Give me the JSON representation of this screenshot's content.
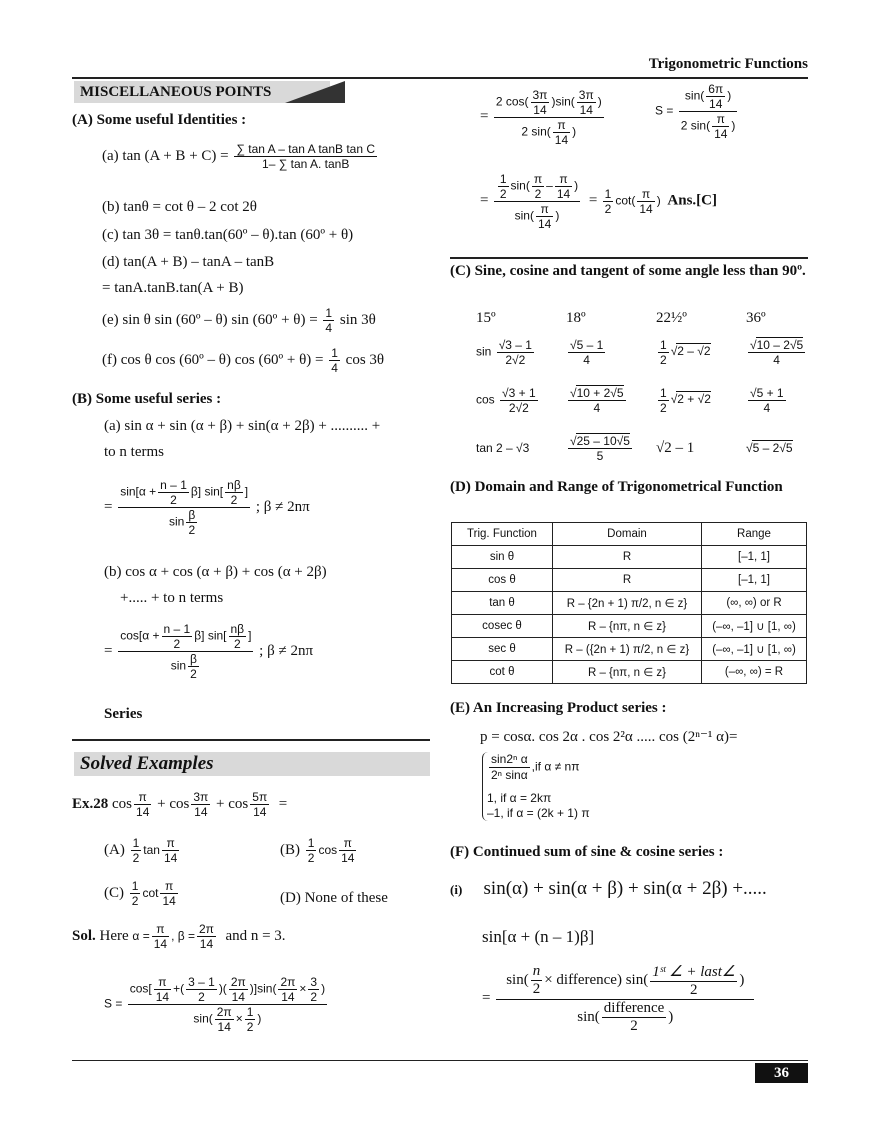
{
  "header": {
    "title": "Trigonometric Functions"
  },
  "footer": {
    "page": "36"
  },
  "misc": {
    "title": "MISCELLANEOUS POINTS"
  },
  "A": {
    "heading": "(A)  Some useful Identities :",
    "a_lhs": "(a) tan (A + B + C) =",
    "a_num": "∑ tan A – tan A tanB tan C",
    "a_den": "1– ∑ tan A. tanB",
    "b": "(b) tanθ = cot θ – 2 cot 2θ",
    "c": "(c) tan 3θ = tanθ.tan(60º – θ).tan (60º + θ)",
    "d1": "(d) tan(A + B) – tanA – tanB",
    "d2": "= tanA.tanB.tan(A + B)",
    "e_lhs": "(e) sin θ sin (60º – θ) sin (60º + θ) =",
    "e_rhs": "sin 3θ",
    "f_lhs": "(f) cos θ cos (60º – θ) cos (60º + θ) =",
    "f_rhs": "cos 3θ",
    "one": "1",
    "four": "4"
  },
  "B": {
    "heading": "(B)  Some useful series :",
    "a1": "(a) sin α + sin (α + β) + sin(α + 2β) + .......... +",
    "a2": "to n terms",
    "eq": "=",
    "sin_open": "sin[α +",
    "cos_open": "cos[α +",
    "n1": "n – 1",
    "two": "2",
    "beta_close": "β]",
    "sin_n": "sin[",
    "cos_n": "cos[",
    "nb": "nβ",
    "close": "]",
    "den_sin": "sin",
    "beta": "β",
    "cond": ";  β ≠  2nπ",
    "b1": "(b) cos α + cos (α + β) + cos (α + 2β)",
    "b2": "+..... + to n terms",
    "series": "Series"
  },
  "solved": {
    "title": "Solved Examples",
    "ex_label": "Ex.28",
    "ex_terms": [
      "cos",
      "+ cos",
      "+ cos",
      "="
    ],
    "ex_nums": [
      "π",
      "3π",
      "5π"
    ],
    "den14": "14",
    "options": [
      {
        "label": "(A)",
        "func": "tan"
      },
      {
        "label": "(B)",
        "func": "cos"
      },
      {
        "label": "(C)",
        "func": "cot"
      },
      {
        "label": "(D)",
        "text": "None of these"
      }
    ],
    "half_num": "1",
    "half_den": "2",
    "pi": "π",
    "sol_label": "Sol.",
    "sol_here": "Here",
    "alpha_eq": "α =",
    "beta_eq": ", β =",
    "two_pi": "2π",
    "sol_tail": "and n = 3.",
    "S": "S =",
    "cos": "cos",
    "sin": "sin",
    "three_minus_one": "3 – 1",
    "three": "3",
    "times": "×",
    "plus": "+",
    "one": "1"
  },
  "right": {
    "eq": "=",
    "two_cos": "2 cos",
    "sin": "sin",
    "two_sin": "2 sin",
    "three_pi": "3π",
    "pi": "π",
    "fourteen": "14",
    "S": "S =",
    "six_pi": "6π",
    "half": "1",
    "two": "2",
    "minus": "–",
    "cot": "cot",
    "ans": "Ans.[C]",
    "C_heading": "(C)  Sine, cosine and tangent of some angle less than 90º.",
    "angles": [
      "15º",
      "18º",
      "22½º",
      "36º"
    ],
    "row_labels": [
      "sin",
      "cos",
      "tan"
    ],
    "sin_vals": {
      "v15_num": "√3 – 1",
      "v15_den": "2√2",
      "v18_num": "√5 – 1",
      "v18_den": "4",
      "v22": "2 – √2",
      "v36_num": "10 – 2√5",
      "v36_den": "4"
    },
    "cos_vals": {
      "v15_num": "√3 + 1",
      "v15_den": "2√2",
      "v18_num": "10 + 2√5",
      "v18_den": "4",
      "v22": "2 + √2",
      "v36_num": "√5 + 1",
      "v36_den": "4"
    },
    "tan_vals": {
      "v15": "2 – √3",
      "v18_num": "25 – 10√5",
      "v18_den": "5",
      "v22": "√2 – 1",
      "v36": "5 – 2√5"
    },
    "D_heading": "(D)  Domain and Range of Trigonometrical Function",
    "D_table": {
      "headers": [
        "Trig. Function",
        "Domain",
        "Range"
      ],
      "rows": [
        [
          "sin θ",
          "R",
          "[–1, 1]"
        ],
        [
          "cos θ",
          "R",
          "[–1, 1]"
        ],
        [
          "tan θ",
          "R – {2n + 1) π/2, n ∈ z}",
          "(∞, ∞) or R"
        ],
        [
          "cosec θ",
          "R – {nπ, n ∈ z}",
          "(–∞, –1] ∪ [1, ∞)"
        ],
        [
          "sec θ",
          "R – ({2n + 1) π/2, n ∈ z}",
          "(–∞, –1] ∪ [1, ∞)"
        ],
        [
          "cot θ",
          "R – {nπ, n ∈ z}",
          "(–∞, ∞) = R"
        ]
      ]
    },
    "E_heading": "(E)  An Increasing Product series :",
    "E_p": "p = cosα. cos 2α . cos 2²α ..... cos (2ⁿ⁻¹ α)=",
    "E_case1_num": "sin2ⁿ α",
    "E_case1_den": "2ⁿ sinα",
    "E_case1_cond": ",if α ≠ nπ",
    "E_case2": "1, if α = 2kπ",
    "E_case3": "–1, if α = (2k + 1) π",
    "F_heading": "(F)  Continued sum of sine & cosine series :",
    "F_i_label": "(i)",
    "F_i": "sin(α) + sin(α + β) + sin(α + 2β) +.....",
    "F_last": "sin[α + (n – 1)β]",
    "F_n": "n",
    "F_diff": "× difference",
    "F_first": "1ˢᵗ ∠ + last∠",
    "F_difference": "difference"
  }
}
